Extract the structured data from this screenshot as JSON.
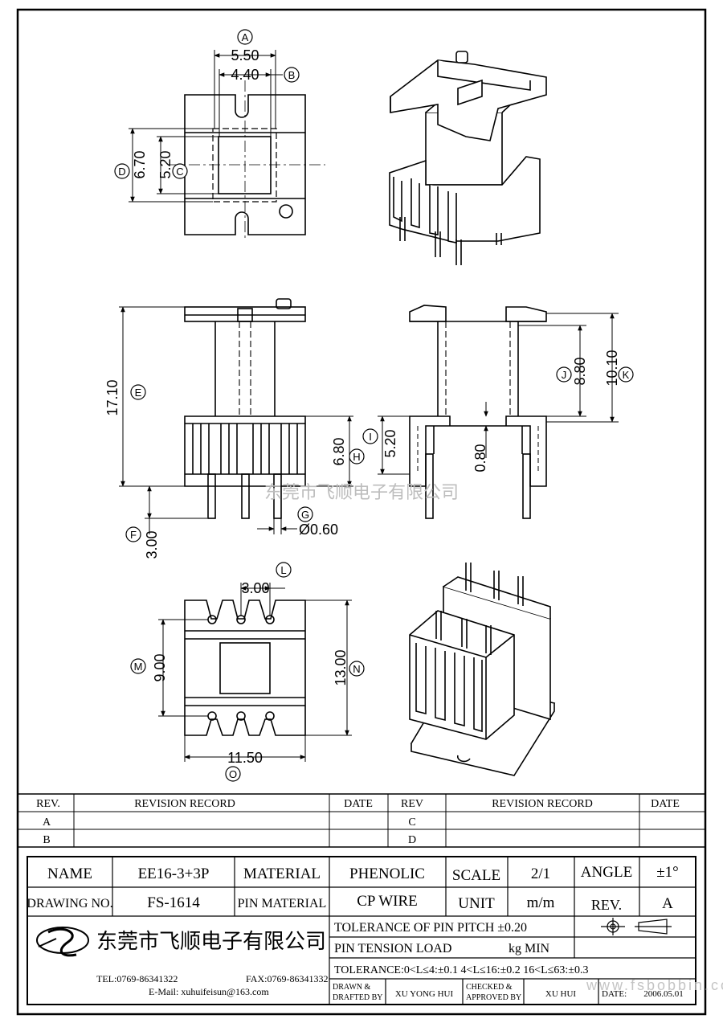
{
  "dimensions": {
    "A": {
      "letter": "A",
      "value": "5.50"
    },
    "B": {
      "letter": "B",
      "value": "4.40"
    },
    "C": {
      "letter": "C",
      "value": "5.20"
    },
    "D": {
      "letter": "D",
      "value": "6.70"
    },
    "E": {
      "letter": "E",
      "value": "17.10"
    },
    "F": {
      "letter": "F",
      "value": "3.00"
    },
    "G": {
      "letter": "G",
      "value": "Ø0.60"
    },
    "H": {
      "letter": "H",
      "value": "6.80"
    },
    "I": {
      "letter": "I",
      "value": "5.20"
    },
    "pin_len": {
      "value": "0.80"
    },
    "J": {
      "letter": "J",
      "value": "8.80"
    },
    "K": {
      "letter": "K",
      "value": "10.10"
    },
    "L": {
      "letter": "L",
      "value": "3.00"
    },
    "M": {
      "letter": "M",
      "value": "9.00"
    },
    "N": {
      "letter": "N",
      "value": "13.00"
    },
    "O": {
      "letter": "O",
      "value": "11.50"
    }
  },
  "watermark": "东莞市飞顺电子有限公司",
  "watermark_url": "www.fsbobbin.com",
  "revision_table": {
    "rev_header": "REV.",
    "record_header": "REVISION RECORD",
    "date_header": "DATE",
    "rev_header_2": "REV",
    "record_header_2": "REVISION RECORD",
    "date_header_2": "DATE",
    "rows_left": [
      "A",
      "B"
    ],
    "rows_right": [
      "C",
      "D"
    ]
  },
  "title_block": {
    "name_label": "NAME",
    "name_value": "EE16-3+3P",
    "material_label": "MATERIAL",
    "material_value": "PHENOLIC",
    "scale_label": "SCALE",
    "scale_value": "2/1",
    "angle_label": "ANGLE",
    "angle_value": "±1°",
    "drawing_no_label": "DRAWING NO.",
    "drawing_no_value": "FS-1614",
    "pin_material_label": "PIN MATERIAL",
    "pin_material_value": "CP WIRE",
    "unit_label": "UNIT",
    "unit_value": "m/m",
    "rev_label": "REV.",
    "rev_value": "A",
    "company_name": "东莞市飞顺电子有限公司",
    "tel": "TEL:0769-86341322",
    "fax": "FAX:0769-86341332",
    "email": "E-Mail: xuhuifeisun@163.com",
    "tolerance_pin_pitch": "TOLERANCE OF PIN PITCH ±0.20",
    "pin_tension_label": "PIN TENSION   LOAD",
    "pin_tension_unit": "kg MIN",
    "tolerance_general": "TOLERANCE:0<L≤4:±0.1  4<L≤16:±0.2  16<L≤63:±0.3",
    "drawn_label_1": "DRAWN &",
    "drawn_label_2": "DRAFTED BY",
    "drawn_value": "XU YONG HUI",
    "checked_label_1": "CHECKED &",
    "checked_label_2": "APPROVED BY",
    "checked_value": "XU    HUI",
    "date_label": "DATE:",
    "date_value": "2006.05.01"
  }
}
